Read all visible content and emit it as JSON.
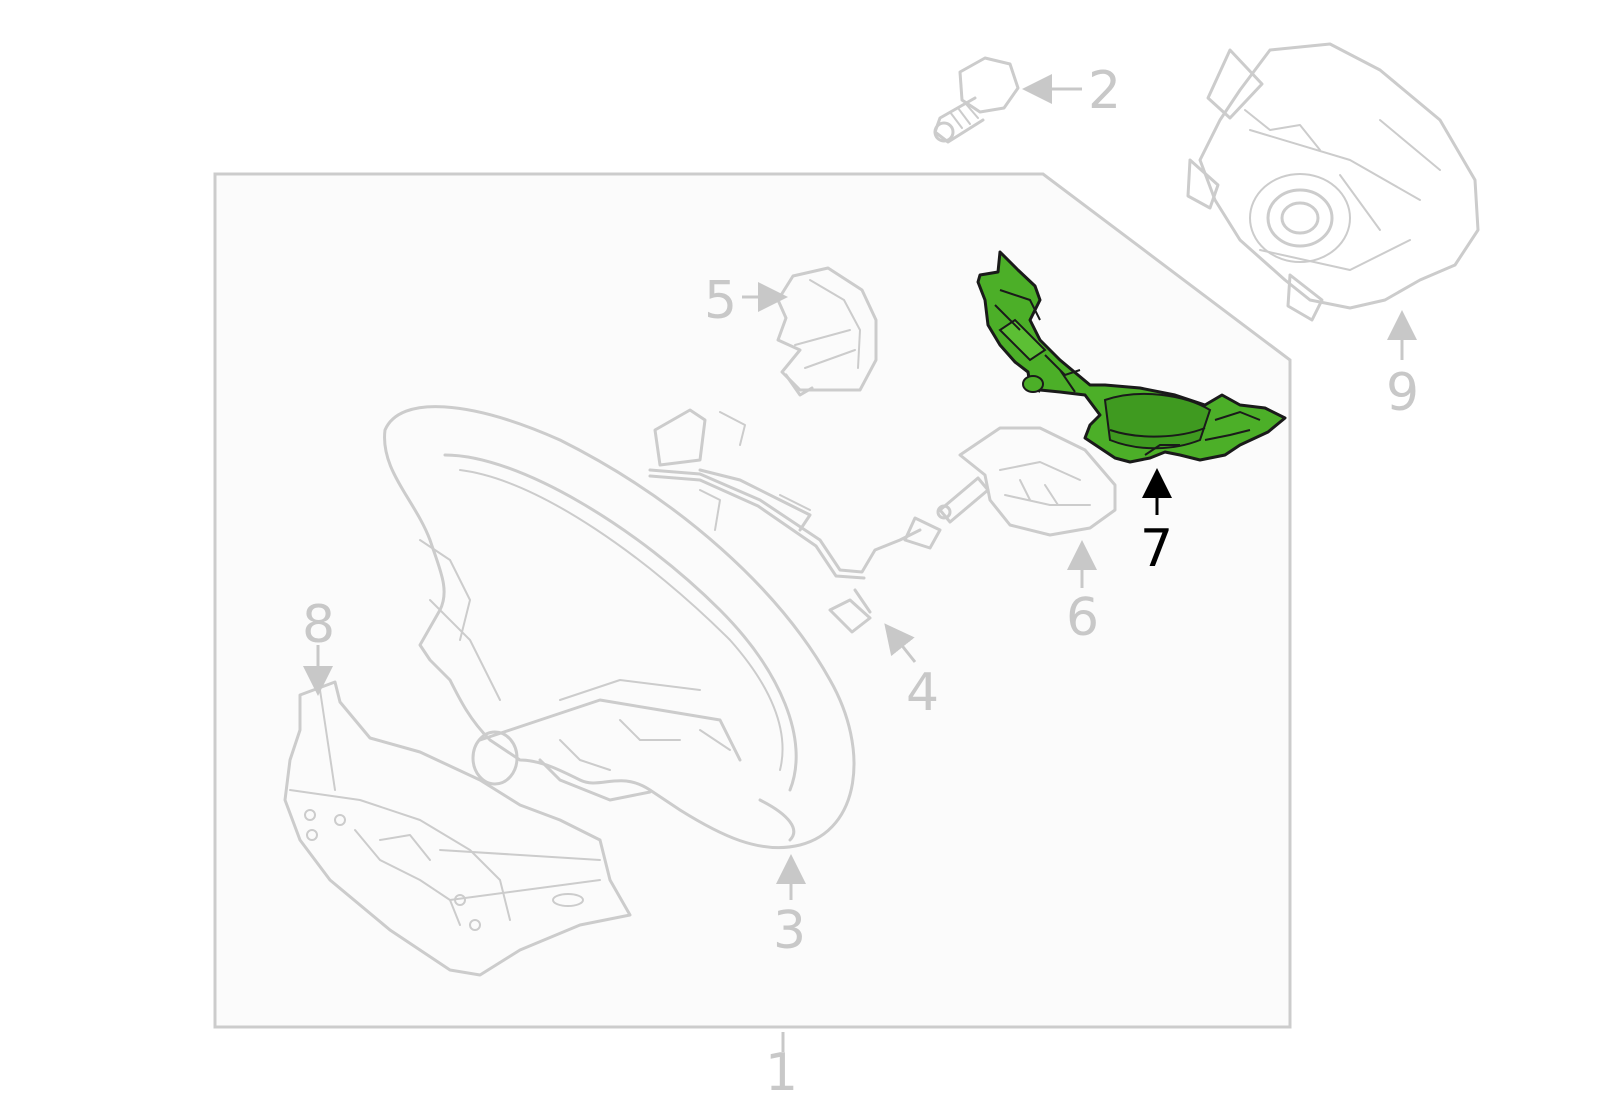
{
  "callouts": {
    "c1": "1",
    "c2": "2",
    "c3": "3",
    "c4": "4",
    "c5": "5",
    "c6": "6",
    "c7": "7",
    "c8": "8",
    "c9": "9"
  },
  "highlight": {
    "part": "7",
    "color": "#4caf28"
  },
  "colors": {
    "line": "#cccccc",
    "panel": "#fbfbfb",
    "active": "#000000"
  }
}
